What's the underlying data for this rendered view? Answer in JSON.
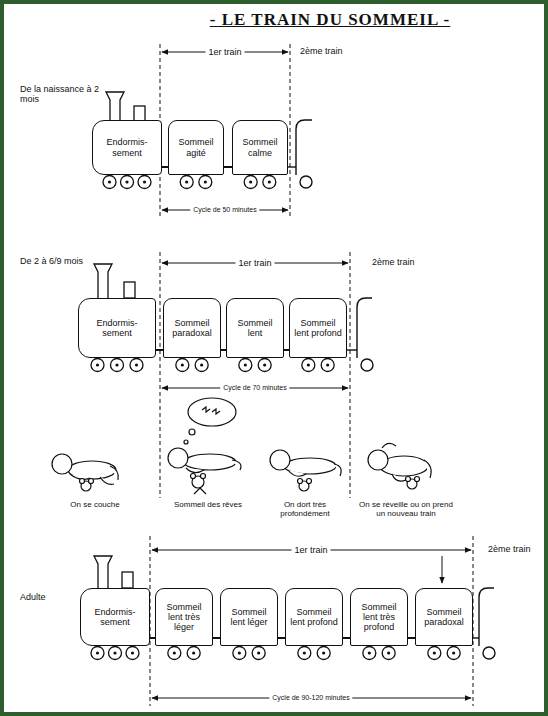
{
  "diagram": {
    "title": "- LE TRAIN DU SOMMEIL -",
    "nodes": [
      {
        "text": [
          "Endormis- sement"
        ]
      },
      {
        "text": [
          "Sommeil agité"
        ]
      },
      {
        "text": [
          "Sommeil calme"
        ]
      },
      {
        "text": [
          "Endormis- sement"
        ]
      },
      {
        "text": [
          "Sommeil paradoxal"
        ]
      },
      {
        "text": [
          "Sommeil lent"
        ]
      },
      {
        "text": [
          "Sommeil lent profond"
        ]
      },
      {
        "text": [
          "Endormis- sement"
        ]
      },
      {
        "text": [
          "Sommeil lent très léger"
        ]
      },
      {
        "text": [
          "Sommeil lent léger"
        ]
      },
      {
        "text": [
          "Sommeil lent profond"
        ]
      },
      {
        "text": [
          "Sommeil lent très profond"
        ]
      },
      {
        "text": [
          "Sommeil paradoxal"
        ]
      }
    ],
    "edges": [
      {
        "from": 0,
        "to": 1,
        "arrow": "none"
      },
      {
        "from": 1,
        "to": 2,
        "arrow": "none"
      },
      {
        "from": 3,
        "to": 4,
        "arrow": "none"
      },
      {
        "from": 4,
        "to": 5,
        "arrow": "none"
      },
      {
        "from": 5,
        "to": 6,
        "arrow": "none"
      },
      {
        "from": 7,
        "to": 8,
        "arrow": "none"
      },
      {
        "from": 8,
        "to": 9,
        "arrow": "none"
      },
      {
        "from": 9,
        "to": 10,
        "arrow": "none"
      },
      {
        "from": 10,
        "to": 11,
        "arrow": "none"
      },
      {
        "from": 11,
        "to": 12,
        "arrow": "none"
      }
    ],
    "labels": [
      "De la naissance à 2 mois",
      "1er train",
      "2ème train",
      "Cycle de 50 minutes",
      "De 2 à 6/9 mois",
      "1er train",
      "2ème train",
      "Cycle de 70 minutes",
      "On se couche",
      "Sommeil des rêves",
      "On dort très profondément",
      "On se réveille ou on prend un nouveau train",
      "Adulte",
      "1er train",
      "2ème train",
      "Cycle de 90-120 minutes"
    ]
  }
}
